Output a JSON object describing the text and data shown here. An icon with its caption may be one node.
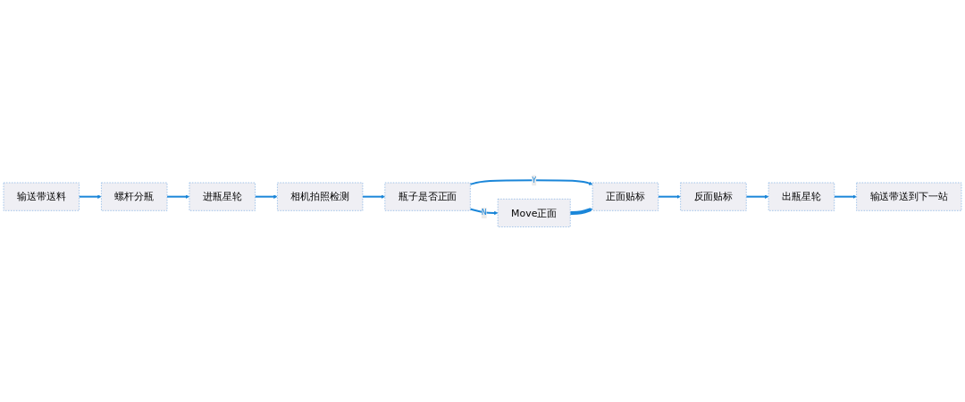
{
  "diagram": {
    "nodes": [
      {
        "text": [
          "输送带送料"
        ]
      },
      {
        "text": [
          "螺杆分瓶"
        ]
      },
      {
        "text": [
          "进瓶星轮"
        ]
      },
      {
        "text": [
          "相机拍照检测"
        ]
      },
      {
        "text": [
          "瓶子是否正面"
        ]
      },
      {
        "text": [
          "正面贴标"
        ]
      },
      {
        "text": [
          "反面贴标"
        ]
      },
      {
        "text": [
          "出瓶星轮"
        ]
      },
      {
        "text": [
          "输送带送到下一站"
        ]
      },
      {
        "text": [
          "Move正面"
        ]
      }
    ],
    "edges": [
      {
        "from": 0,
        "to": 1,
        "arrow": "to"
      },
      {
        "from": 1,
        "to": 2,
        "arrow": "to"
      },
      {
        "from": 2,
        "to": 3,
        "arrow": "to"
      },
      {
        "from": 3,
        "to": 4,
        "arrow": "to"
      },
      {
        "from": 4,
        "to": 5,
        "arrow": "to",
        "label": "Y"
      },
      {
        "from": 5,
        "to": 6,
        "arrow": "to"
      },
      {
        "from": 6,
        "to": 7,
        "arrow": "to"
      },
      {
        "from": 7,
        "to": 8,
        "arrow": "to"
      },
      {
        "from": 4,
        "to": 9,
        "arrow": "to",
        "label": "N"
      },
      {
        "from": 9,
        "to": 5,
        "arrow": "to",
        "style": "thick"
      }
    ]
  }
}
